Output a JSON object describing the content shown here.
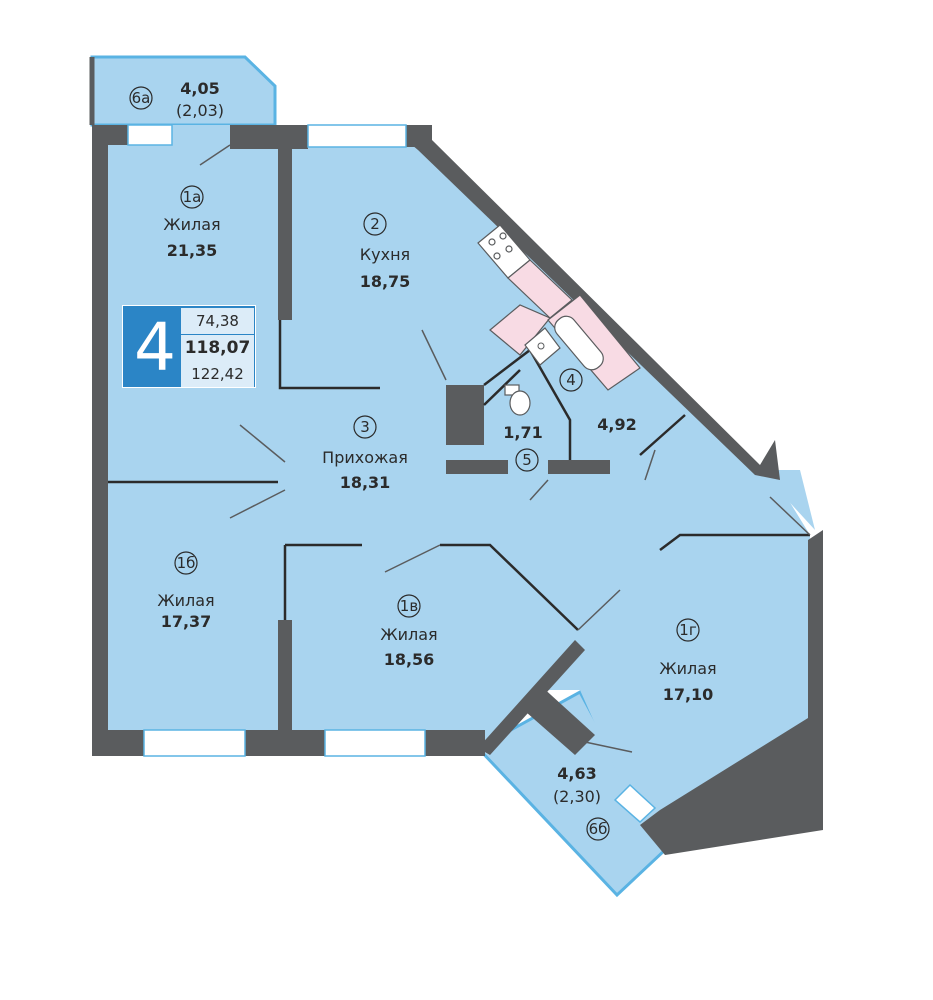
{
  "badge": {
    "rooms": "4",
    "living_area": "74,38",
    "total_area": "118,07",
    "total_area_with_balconies": "122,42"
  },
  "rooms": [
    {
      "id": "1a",
      "number": "1а",
      "name": "Жилая",
      "area": "21,35"
    },
    {
      "id": "2",
      "number": "2",
      "name": "Кухня",
      "area": "18,75"
    },
    {
      "id": "3",
      "number": "3",
      "name": "Прихожая",
      "area": "18,31"
    },
    {
      "id": "4",
      "number": "4",
      "name": "",
      "area": "4,92"
    },
    {
      "id": "5",
      "number": "5",
      "name": "",
      "area": "1,71"
    },
    {
      "id": "1b",
      "number": "1б",
      "name": "Жилая",
      "area": "17,37"
    },
    {
      "id": "1v",
      "number": "1в",
      "name": "Жилая",
      "area": "18,56"
    },
    {
      "id": "1g",
      "number": "1г",
      "name": "Жилая",
      "area": "17,10"
    },
    {
      "id": "6a",
      "number": "6а",
      "name": "",
      "area": "4,05",
      "reduced_area": "(2,03)"
    },
    {
      "id": "6b",
      "number": "6б",
      "name": "",
      "area": "4,63",
      "reduced_area": "(2,30)"
    }
  ],
  "colors": {
    "floor": "#a9d4ef",
    "wall": "#5a5c5e",
    "window": "#ffffff",
    "accent": "#2b85c6",
    "text": "#2b2b2b"
  }
}
